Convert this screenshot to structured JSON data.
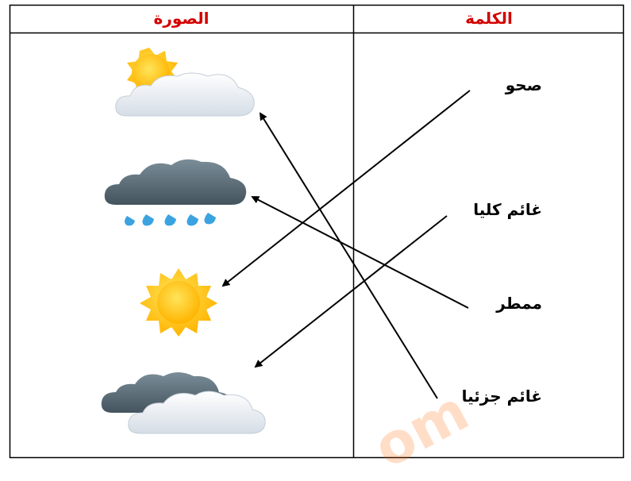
{
  "table": {
    "header_image": "الصورة",
    "header_word": "الكلمة",
    "words": [
      "صحو",
      "غائم كليا",
      "ممطر",
      "غائم جزئيا"
    ],
    "images": [
      "partly-cloudy-icon",
      "rain-cloud-icon",
      "sun-icon",
      "overcast-clouds-icon"
    ]
  },
  "colors": {
    "header_text": "#d40000",
    "border": "#000000",
    "arrow": "#000000",
    "sun": "#ffc400",
    "dark_cloud": "#5e7380",
    "light_cloud": "#eef2f6",
    "rain_drop": "#3ba3e0"
  },
  "watermark_text": "om"
}
